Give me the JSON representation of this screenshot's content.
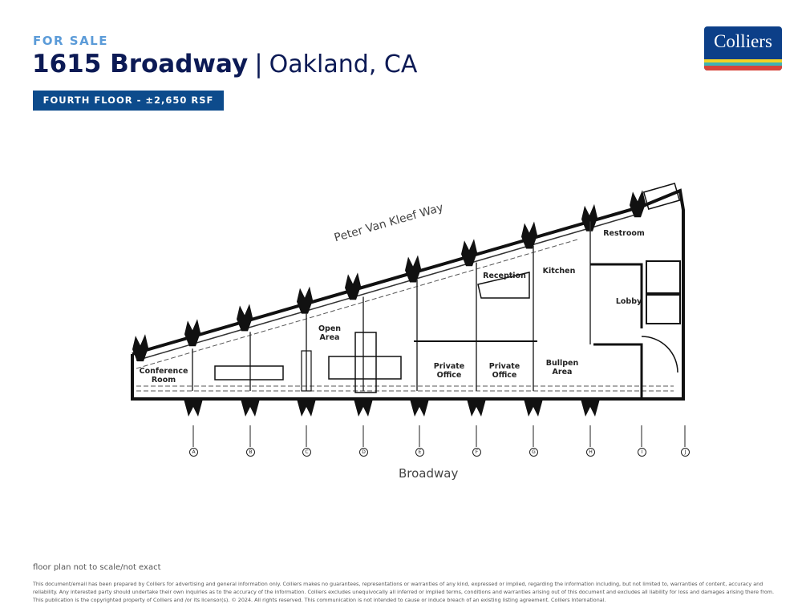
{
  "header": {
    "eyebrow": "FOR SALE",
    "address": "1615 Broadway",
    "separator": "|",
    "city": "Oakland, CA",
    "badge": "FOURTH FLOOR - ±2,650 RSF"
  },
  "logo": {
    "text": "Colliers",
    "colors": {
      "background": "#0c3f88",
      "stripes": [
        "#f2d325",
        "#40b3b3",
        "#d7443a"
      ]
    }
  },
  "floor_plan": {
    "streets": {
      "top": "Peter Van Kleef Way",
      "bottom": "Broadway"
    },
    "rooms": [
      {
        "id": "conference",
        "label": "Conference\nRoom"
      },
      {
        "id": "open",
        "label": "Open\nArea"
      },
      {
        "id": "reception",
        "label": "Reception"
      },
      {
        "id": "kitchen",
        "label": "Kitchen"
      },
      {
        "id": "restroom",
        "label": "Restroom"
      },
      {
        "id": "lobby",
        "label": "Lobby"
      },
      {
        "id": "private1",
        "label": "Private\nOffice"
      },
      {
        "id": "private2",
        "label": "Private\nOffice"
      },
      {
        "id": "bullpen",
        "label": "Bullpen\nArea"
      }
    ],
    "grid_labels": [
      "A",
      "B",
      "C",
      "D",
      "E",
      "F",
      "G",
      "H",
      "I",
      "J"
    ]
  },
  "footer": {
    "note": "floor plan not to scale/not exact",
    "disclaimer": "This document/email has been prepared by Colliers for advertising and general information only. Colliers makes no guarantees, representations or warranties of any kind, expressed or implied, regarding the information including, but not limited to, warranties of content, accuracy and reliability. Any interested party should undertake their own inquiries as to the accuracy of the information. Colliers excludes unequivocally all inferred or implied terms, conditions and warranties arising out of this document and excludes all liability for loss and damages arising there from. This publication is the copyrighted property of Colliers and /or its licensor(s). © 2024. All rights reserved. This communication is not intended to cause or induce breach of an existing listing agreement. Colliers International."
  }
}
